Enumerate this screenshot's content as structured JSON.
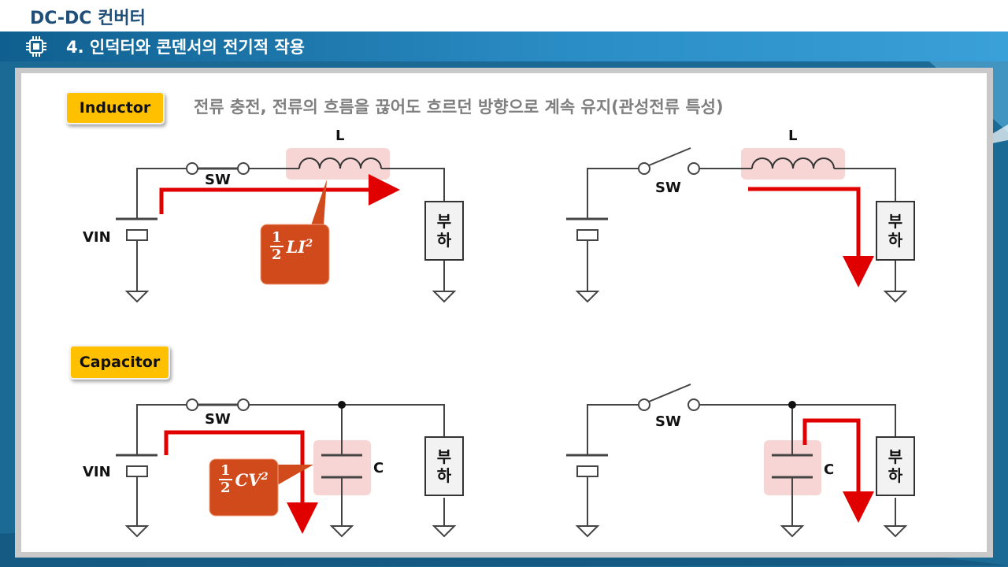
{
  "header": {
    "doc_title": "DC-DC 컨버터"
  },
  "section": {
    "title": "4. 인덕터와 콘덴서의 전기적 작용",
    "icon": "chip-icon"
  },
  "inductor": {
    "tag": "Inductor",
    "description": "전류 충전, 전류의 흐름을 끊어도 흐르던 방향으로 계속 유지(관성전류 특성)",
    "left": {
      "inductor_label": "L",
      "switch_label": "SW",
      "source_label": "VIN",
      "load_label": "부하",
      "energy": {
        "num": "1",
        "den": "2",
        "expr": "LI",
        "exp": "2"
      }
    },
    "right": {
      "inductor_label": "L",
      "switch_label": "SW",
      "load_label": "부하"
    }
  },
  "capacitor": {
    "tag": "Capacitor",
    "left": {
      "capacitor_label": "C",
      "switch_label": "SW",
      "source_label": "VIN",
      "load_label": "부하",
      "energy": {
        "num": "1",
        "den": "2",
        "expr": "CV",
        "exp": "2"
      }
    },
    "right": {
      "capacitor_label": "C",
      "switch_label": "SW",
      "load_label": "부하"
    }
  },
  "colors": {
    "accent": "#ffc000",
    "current_arrow": "#e00000",
    "callout": "#d04a1c",
    "highlight": "#f7d5d5",
    "wire": "#444444"
  }
}
